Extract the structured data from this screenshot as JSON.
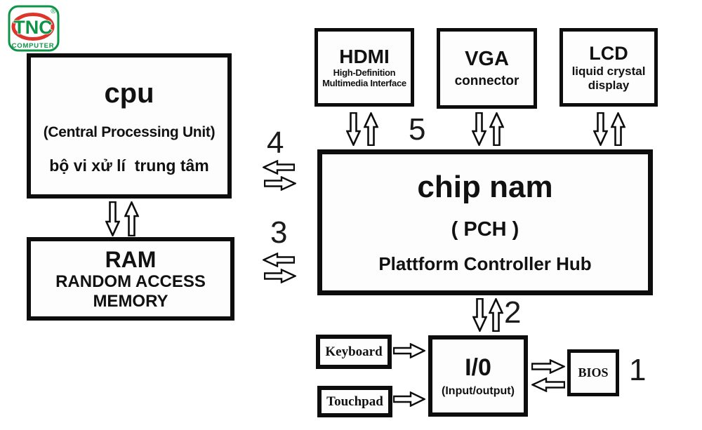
{
  "logo": {
    "brand": "TNC",
    "sub": "COMPUTER",
    "registered": "®",
    "green": "#0d9447",
    "red": "#dd342c"
  },
  "boxes": {
    "cpu": {
      "line1": "cpu",
      "line2": "(Central Processing Unit)",
      "line3": "bộ vi xử lí  trung tâm"
    },
    "ram": {
      "line1": "RAM",
      "line2": "RANDOM ACCESS",
      "line3": "MEMORY"
    },
    "hdmi": {
      "line1": "HDMI",
      "line2": "High-Definition",
      "line3": "Multimedia Interface"
    },
    "vga": {
      "line1": "VGA",
      "line2": "connector"
    },
    "lcd": {
      "line1": "LCD",
      "line2": "liquid crystal",
      "line3": "display"
    },
    "chip": {
      "line1": "chip nam",
      "line2": "( PCH )",
      "line3": "Plattform Controller Hub"
    },
    "io": {
      "line1": "I/0",
      "line2": "(Input/output)"
    },
    "keyboard": {
      "label": "Keyboard"
    },
    "touchpad": {
      "label": "Touchpad"
    },
    "bios": {
      "label": "BIOS"
    }
  },
  "numbers": {
    "n1": "1",
    "n2": "2",
    "n3": "3",
    "n4": "4",
    "n5": "5"
  },
  "connections": [
    {
      "between": "cpu-ram",
      "type": "bidirectional"
    },
    {
      "between": "cpu-chip",
      "label": "4",
      "type": "bidirectional"
    },
    {
      "between": "ram-chip",
      "label": "3",
      "type": "bidirectional"
    },
    {
      "between": "hdmi-chip",
      "label": "5",
      "type": "bidirectional"
    },
    {
      "between": "vga-chip",
      "type": "bidirectional"
    },
    {
      "between": "lcd-chip",
      "type": "bidirectional"
    },
    {
      "between": "chip-io",
      "label": "2",
      "type": "bidirectional"
    },
    {
      "between": "keyboard-io",
      "type": "one-way"
    },
    {
      "between": "touchpad-io",
      "type": "one-way"
    },
    {
      "between": "io-bios",
      "label": "1",
      "type": "bidirectional"
    }
  ],
  "colors": {
    "line": "#0d0d0d",
    "background": "#ffffff",
    "arrow_fill": "#ffffff"
  }
}
